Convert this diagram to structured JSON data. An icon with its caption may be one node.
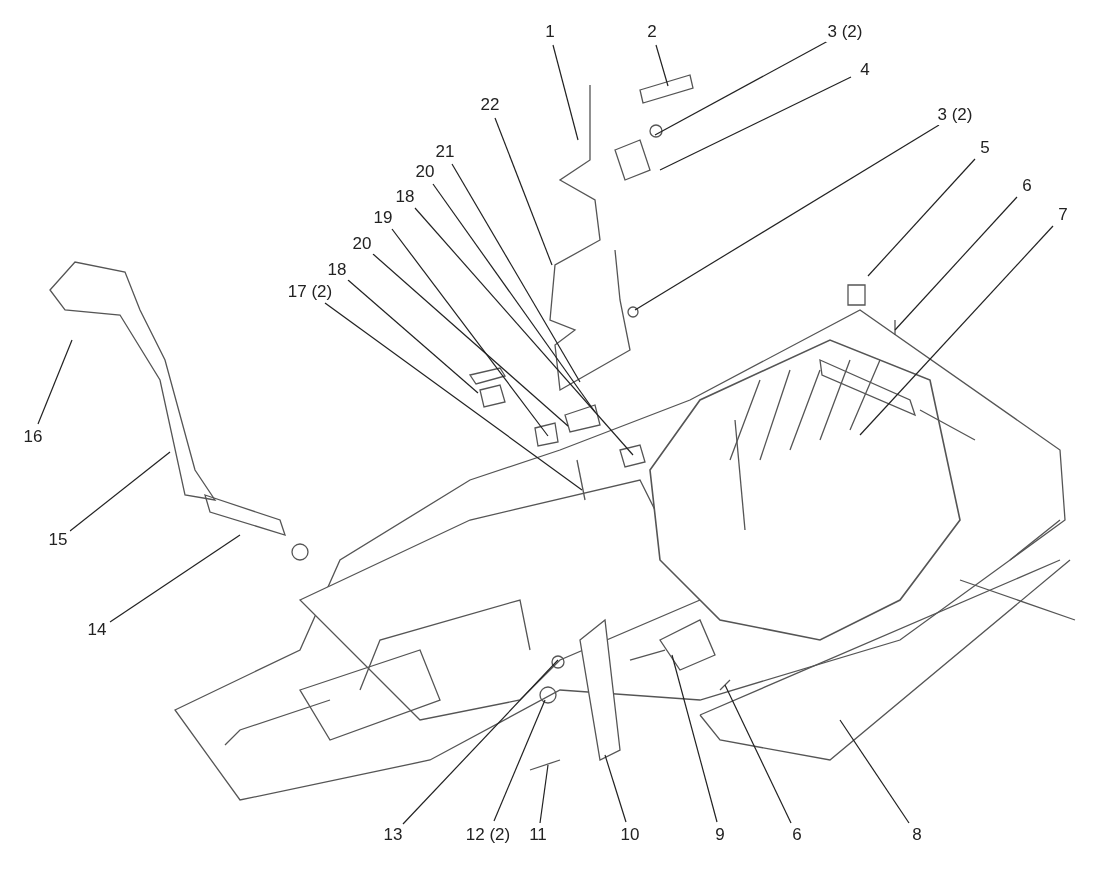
{
  "diagram": {
    "nodes": [
      {
        "text": [
          "1"
        ]
      },
      {
        "text": [
          "2"
        ]
      },
      {
        "text": [
          "3 (2)"
        ]
      },
      {
        "text": [
          "4"
        ]
      },
      {
        "text": [
          "22"
        ]
      },
      {
        "text": [
          "3 (2)"
        ]
      },
      {
        "text": [
          "5"
        ]
      },
      {
        "text": [
          "21"
        ]
      },
      {
        "text": [
          "20"
        ]
      },
      {
        "text": [
          "6"
        ]
      },
      {
        "text": [
          "18"
        ]
      },
      {
        "text": [
          "7"
        ]
      },
      {
        "text": [
          "19"
        ]
      },
      {
        "text": [
          "20"
        ]
      },
      {
        "text": [
          "18"
        ]
      },
      {
        "text": [
          "17 (2)"
        ]
      },
      {
        "text": [
          "16"
        ]
      },
      {
        "text": [
          "15"
        ]
      },
      {
        "text": [
          "14"
        ]
      },
      {
        "text": [
          "13"
        ]
      },
      {
        "text": [
          "12 (2)"
        ]
      },
      {
        "text": [
          "11"
        ]
      },
      {
        "text": [
          "10"
        ]
      },
      {
        "text": [
          "9"
        ]
      },
      {
        "text": [
          "6"
        ]
      },
      {
        "text": [
          "8"
        ]
      }
    ],
    "edges": [
      {
        "from": 0,
        "to": null,
        "arrow": "none"
      },
      {
        "from": 1,
        "to": null,
        "arrow": "none"
      },
      {
        "from": 2,
        "to": null,
        "arrow": "none"
      },
      {
        "from": 3,
        "to": null,
        "arrow": "none"
      },
      {
        "from": 4,
        "to": null,
        "arrow": "none"
      },
      {
        "from": 5,
        "to": null,
        "arrow": "none"
      },
      {
        "from": 6,
        "to": null,
        "arrow": "none"
      },
      {
        "from": 7,
        "to": null,
        "arrow": "none"
      },
      {
        "from": 8,
        "to": null,
        "arrow": "none"
      },
      {
        "from": 9,
        "to": null,
        "arrow": "none"
      },
      {
        "from": 10,
        "to": null,
        "arrow": "none"
      },
      {
        "from": 11,
        "to": null,
        "arrow": "none"
      },
      {
        "from": 12,
        "to": null,
        "arrow": "none"
      },
      {
        "from": 13,
        "to": null,
        "arrow": "none"
      },
      {
        "from": 14,
        "to": null,
        "arrow": "none"
      },
      {
        "from": 15,
        "to": null,
        "arrow": "none"
      },
      {
        "from": 16,
        "to": null,
        "arrow": "none"
      },
      {
        "from": 17,
        "to": null,
        "arrow": "none"
      },
      {
        "from": 18,
        "to": null,
        "arrow": "none"
      },
      {
        "from": 19,
        "to": null,
        "arrow": "none"
      },
      {
        "from": 20,
        "to": null,
        "arrow": "none"
      },
      {
        "from": 21,
        "to": null,
        "arrow": "none"
      },
      {
        "from": 22,
        "to": null,
        "arrow": "none"
      },
      {
        "from": 23,
        "to": null,
        "arrow": "none"
      },
      {
        "from": 24,
        "to": null,
        "arrow": "none"
      },
      {
        "from": 25,
        "to": null,
        "arrow": "none"
      }
    ]
  }
}
